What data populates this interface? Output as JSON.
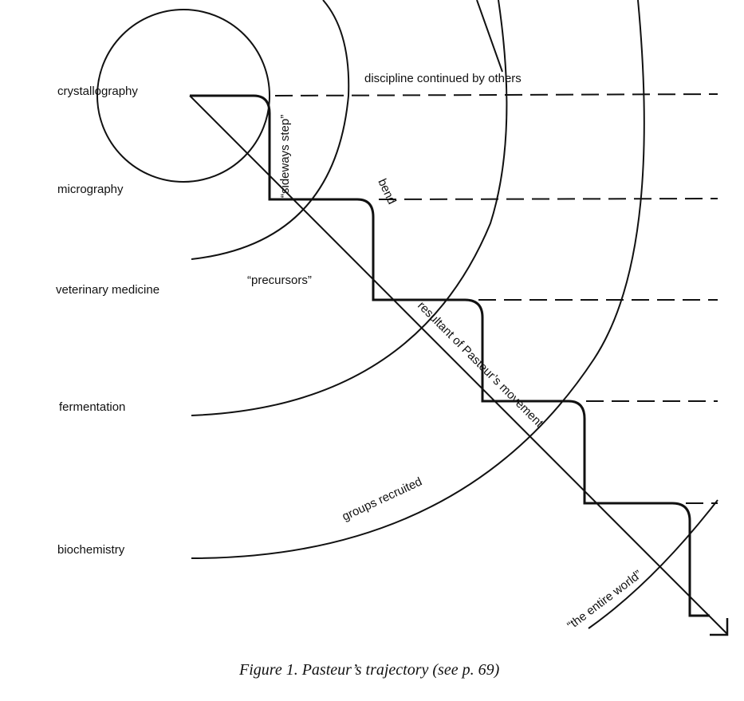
{
  "disciplines": [
    "crystallography",
    "micrography",
    "veterinary medicine",
    "fermentation",
    "biochemistry"
  ],
  "annotations": {
    "discipline_continued": "discipline continued by others",
    "sideways_step": "“sideways step”",
    "bend": "bend",
    "precursors": "“precursors”",
    "resultant": "resultant of Pasteur’s movement",
    "groups_recruited": "groups recruited",
    "entire_world": "“the entire world”"
  },
  "caption": "Figure 1.  Pasteur’s trajectory (see p. 69)"
}
